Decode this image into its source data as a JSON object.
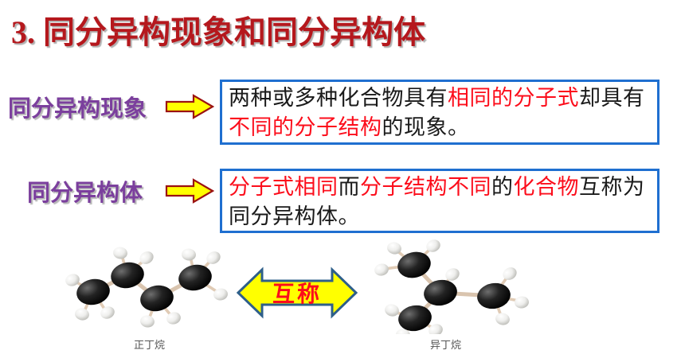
{
  "slide": {
    "title": "3. 同分异构现象和同分异构体",
    "title_color": "#b5181d",
    "background": "#ffffff"
  },
  "terms": [
    {
      "label": "同分异构现象",
      "color": "#7b3f9d",
      "arrow_icon": "right-arrow-icon"
    },
    {
      "label": "同分异构体",
      "color": "#7b3f9d",
      "arrow_icon": "right-arrow-icon"
    }
  ],
  "definitions": [
    {
      "border_color": "#1f6fd0",
      "highlight_color": "#fc0d1b",
      "plain_text": "两种或多种化合物具有相同的分子式却具有不同的分子结构的现象。",
      "segments": [
        {
          "text": "两种或多种化合物具有",
          "highlight": false
        },
        {
          "text": "相同的分子式",
          "highlight": true
        },
        {
          "text": "却具有",
          "highlight": false
        },
        {
          "text": "不同的分子结构",
          "highlight": true
        },
        {
          "text": "的现象。",
          "highlight": false
        }
      ]
    },
    {
      "border_color": "#1f6fd0",
      "highlight_color": "#fc0d1b",
      "plain_text": "分子式相同而分子结构不同的化合物互称为同分异构体。",
      "segments": [
        {
          "text": "分子式相同",
          "highlight": true
        },
        {
          "text": "而",
          "highlight": false
        },
        {
          "text": "分子结构不同",
          "highlight": true
        },
        {
          "text": "的",
          "highlight": false
        },
        {
          "text": "化合物",
          "highlight": true
        },
        {
          "text": "互称为同分异构体。",
          "highlight": false
        }
      ]
    }
  ],
  "molecules": {
    "left": {
      "caption": "正丁烷",
      "icon": "n-butane-ball-and-stick-model"
    },
    "right": {
      "caption": "异丁烷",
      "icon": "iso-butane-ball-and-stick-model"
    }
  },
  "relation_arrow": {
    "label": "互称",
    "icon": "double-headed-arrow-icon",
    "fill_color": "#ffff00",
    "outline_color": "#2e5f8a",
    "label_color": "#fc0d1b"
  }
}
